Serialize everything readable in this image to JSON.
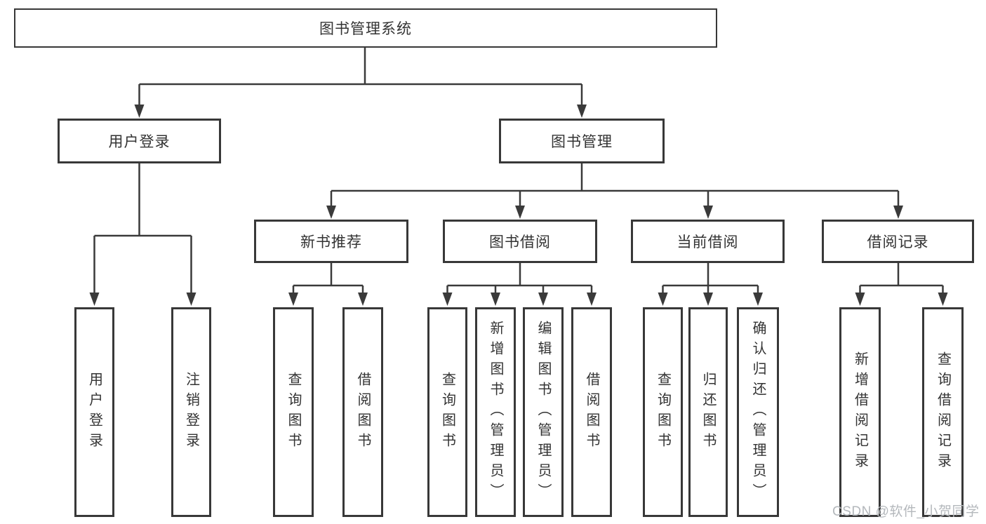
{
  "watermark": "CSDN @软件_小贺同学",
  "diagram": {
    "root": {
      "label": "图书管理系统"
    },
    "level2": {
      "user_login": {
        "label": "用户登录"
      },
      "book_mgmt": {
        "label": "图书管理"
      }
    },
    "level3": {
      "new_book_rec": {
        "label": "新书推荐"
      },
      "book_borrow": {
        "label": "图书借阅"
      },
      "current_borrow": {
        "label": "当前借阅"
      },
      "borrow_records": {
        "label": "借阅记录"
      }
    },
    "leaves": {
      "user_login_leaf": {
        "label": "用户登录"
      },
      "logout": {
        "label": "注销登录"
      },
      "rec_query_books": {
        "label": "查询图书"
      },
      "rec_borrow_books": {
        "label": "借阅图书"
      },
      "bb_query_books": {
        "label": "查询图书"
      },
      "bb_add_books": {
        "label": "新增图书（管理员）"
      },
      "bb_edit_books": {
        "label": "编辑图书（管理员）"
      },
      "bb_borrow_books": {
        "label": "借阅图书"
      },
      "cb_query_books": {
        "label": "查询图书"
      },
      "cb_return_books": {
        "label": "归还图书"
      },
      "cb_confirm_return": {
        "label": "确认归还（管理员）"
      },
      "br_add_record": {
        "label": "新增借阅记录"
      },
      "br_query_record": {
        "label": "查询借阅记录"
      }
    }
  }
}
